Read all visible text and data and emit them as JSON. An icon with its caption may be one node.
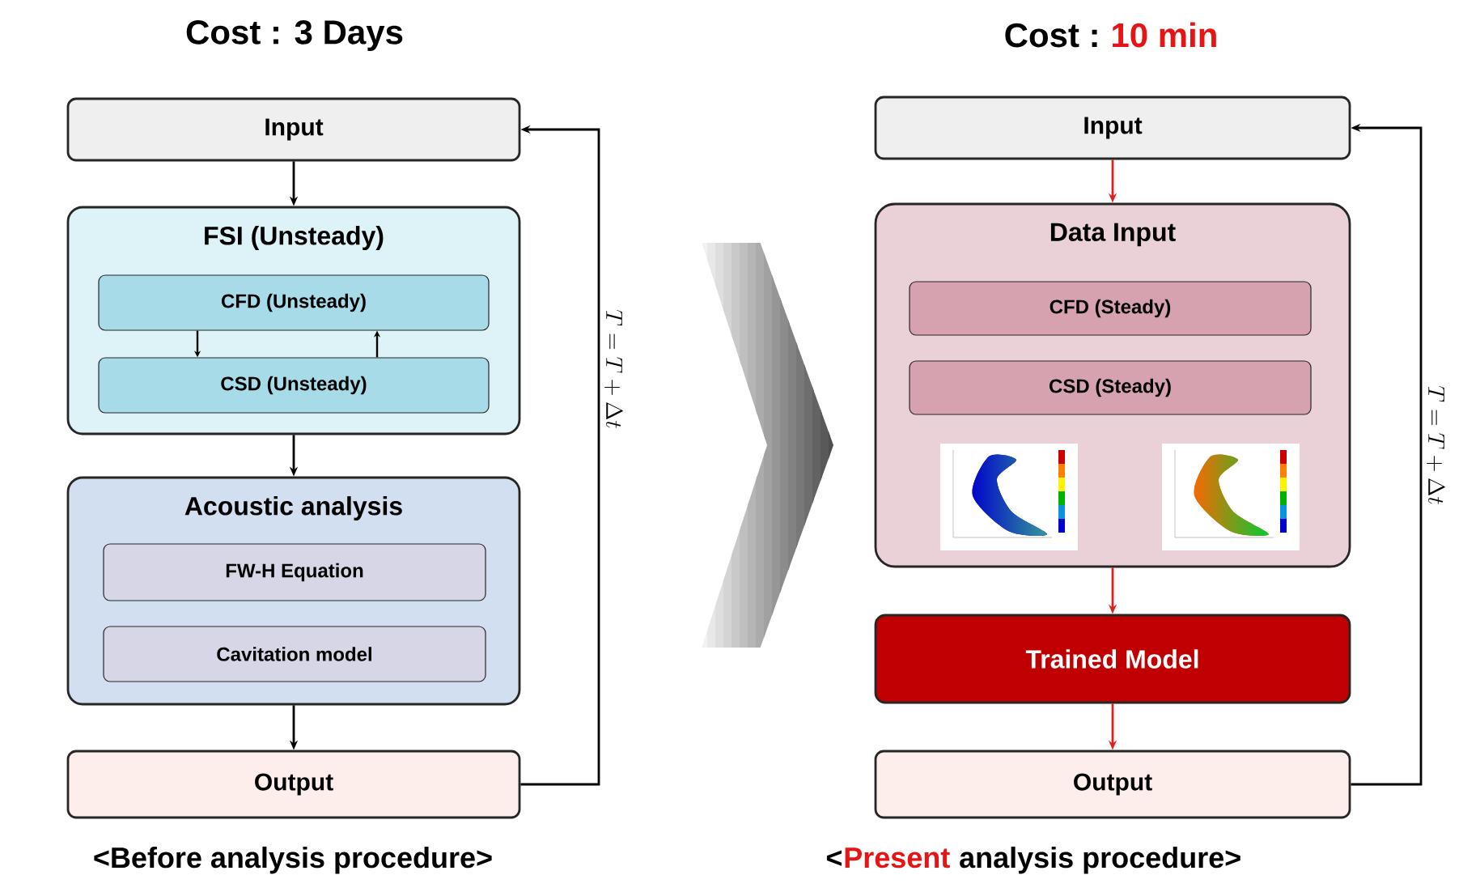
{
  "diagram": {
    "nodes": [
      {
        "text": [
          "Input"
        ]
      },
      {
        "text": [
          "FSI (Unsteady)"
        ]
      },
      {
        "text": [
          "CFD (Unsteady)"
        ],
        "in": 1
      },
      {
        "text": [
          "CSD (Unsteady)"
        ],
        "in": 1
      },
      {
        "text": [
          "Acoustic analysis"
        ]
      },
      {
        "text": [
          "FW-H Equation"
        ],
        "in": 4
      },
      {
        "text": [
          "Cavitation model"
        ],
        "in": 4
      },
      {
        "text": [
          "Output"
        ]
      },
      {
        "text": [
          "Input"
        ]
      },
      {
        "text": [
          "Data Input"
        ]
      },
      {
        "text": [
          "CFD (Steady)"
        ],
        "in": 9
      },
      {
        "text": [
          "CSD (Steady)"
        ],
        "in": 9
      },
      {
        "text": [],
        "shape": "picture",
        "in": 9
      },
      {
        "text": [],
        "shape": "picture",
        "in": 9
      },
      {
        "text": [
          "Trained Model"
        ]
      },
      {
        "text": [
          "Output"
        ]
      }
    ],
    "edges": [
      {
        "from": 0,
        "to": 1,
        "arrow": "to"
      },
      {
        "from": 2,
        "to": 3,
        "arrow": "to"
      },
      {
        "from": 3,
        "to": 2,
        "arrow": "to"
      },
      {
        "from": 1,
        "to": 4,
        "arrow": "to"
      },
      {
        "from": 4,
        "to": 7,
        "arrow": "to"
      },
      {
        "from": 7,
        "to": 0,
        "arrow": "to",
        "label": "T = T + \\Delta t"
      },
      {
        "from": 8,
        "to": 9,
        "arrow": "to",
        "color": "#e02020"
      },
      {
        "from": 9,
        "to": 14,
        "arrow": "to",
        "color": "#e02020"
      },
      {
        "from": 14,
        "to": 15,
        "arrow": "to",
        "color": "#e02020"
      },
      {
        "from": 15,
        "to": 8,
        "arrow": "to",
        "label": "T = T + \\Delta t"
      }
    ],
    "labels": [
      "Cost : 3 Days",
      "Cost :",
      "10 min",
      "<Before analysis procedure>",
      "<",
      "Present",
      "analysis procedure>"
    ]
  }
}
